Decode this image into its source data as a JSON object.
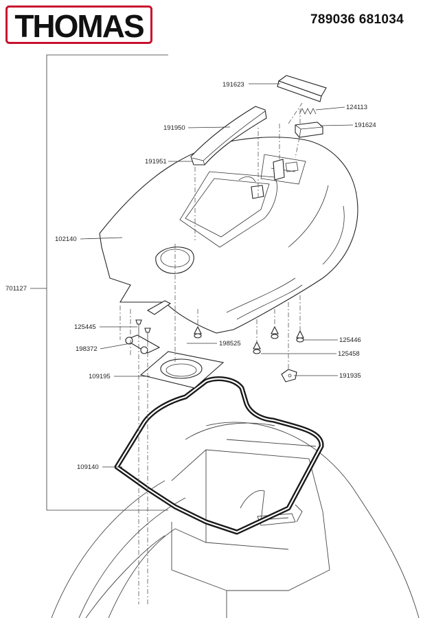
{
  "header": {
    "brand": "THOMAS",
    "part_number": "789036 681034"
  },
  "colors": {
    "brand_red": "#c8102e",
    "brand_text": "#111111",
    "line": "#222222"
  },
  "callouts": {
    "c191623": "191623",
    "c124113": "124113",
    "c191624": "191624",
    "c191950": "191950",
    "c191951": "191951",
    "c102140": "102140",
    "c701127": "701127",
    "c125445": "125445",
    "c198372": "198372",
    "c198525": "198525",
    "c125446": "125446",
    "c125458": "125458",
    "c109195": "109195",
    "c191935": "191935",
    "c109140": "109140"
  }
}
